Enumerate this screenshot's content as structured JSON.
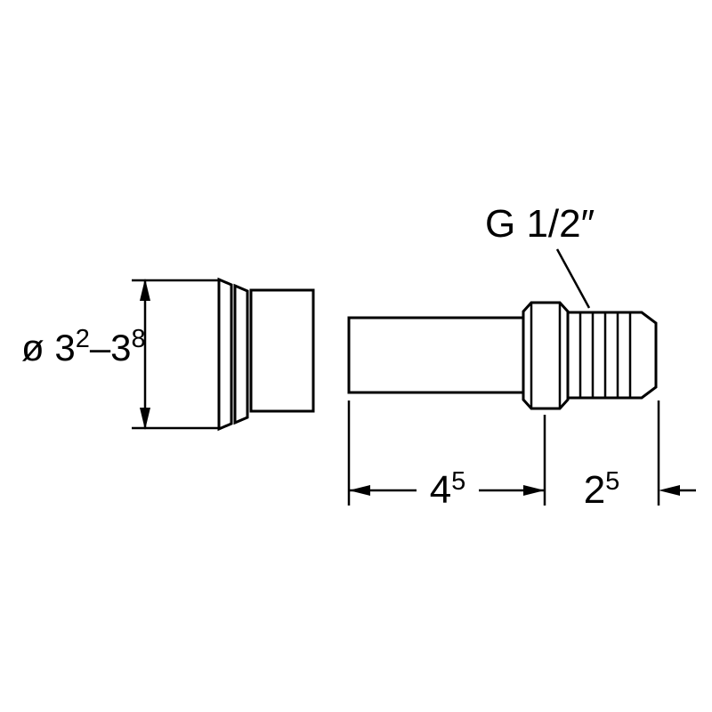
{
  "colors": {
    "line": "#000000",
    "background": "#ffffff"
  },
  "labels": {
    "thread_size": "G 1/2″",
    "diameter": {
      "prefix": "ø 3",
      "sup1": "2",
      "mid": "–3",
      "sup2": "8"
    },
    "length_shank": {
      "base": "4",
      "sup": "5"
    },
    "length_thread": {
      "base": "2",
      "sup": "5"
    }
  }
}
